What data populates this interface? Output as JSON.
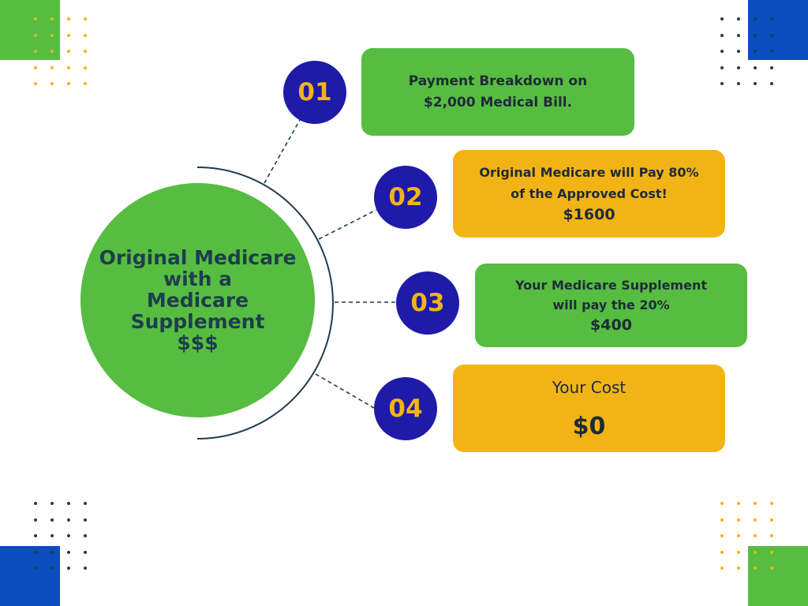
{
  "center": {
    "lines": [
      "Original Medicare",
      "with a",
      "Medicare",
      "Supplement",
      "$$$"
    ]
  },
  "steps": [
    {
      "number": "01",
      "text_lines": [
        "Payment Breakdown on",
        "$2,000 Medical Bill."
      ],
      "amount": "",
      "color": "#56BD41"
    },
    {
      "number": "02",
      "text_lines": [
        "Original Medicare will Pay 80%",
        "of the Approved Cost!"
      ],
      "amount": "$1600",
      "color": "#F2B414"
    },
    {
      "number": "03",
      "text_lines": [
        "Your Medicare Supplement",
        "will pay the 20%"
      ],
      "amount": "$400",
      "color": "#56BD41"
    },
    {
      "number": "04",
      "text_lines": [
        "Your Cost"
      ],
      "amount": "$0",
      "color": "#F2B414"
    }
  ],
  "colors": {
    "green": "#56BD41",
    "yellow": "#F2B414",
    "navy": "#1F1AA8",
    "blue": "#0B4DBF",
    "text_dark": "#1f3d4e"
  }
}
